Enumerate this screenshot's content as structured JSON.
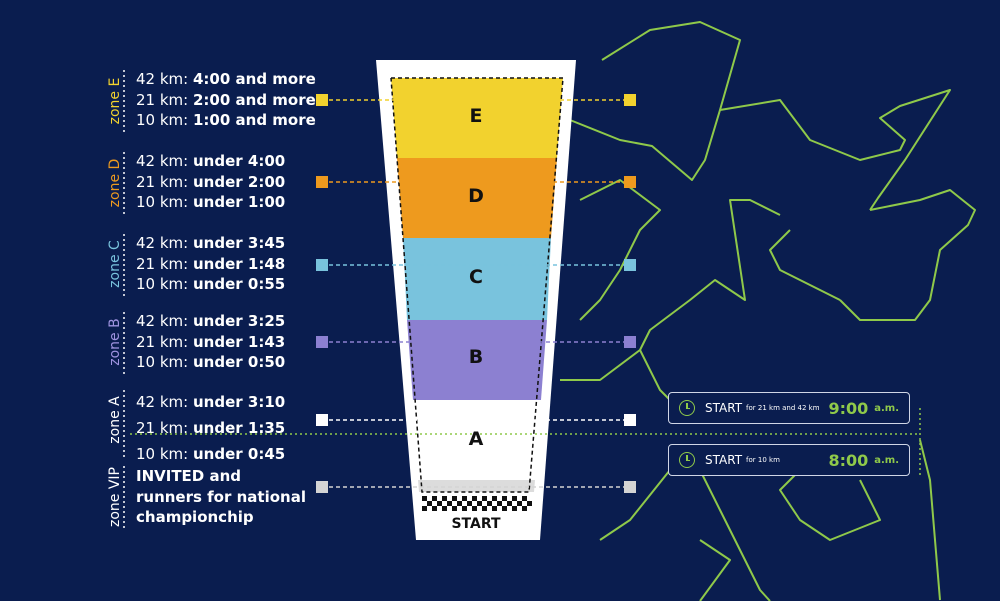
{
  "zones": [
    {
      "id": "E",
      "label": "zone E",
      "color": "#f2d22e",
      "label_color": "#f2d22e",
      "lines": [
        {
          "km": "42 km:",
          "time": "4:00 and more"
        },
        {
          "km": "21 km:",
          "time": "2:00 and more"
        },
        {
          "km": "10 km:",
          "time": "1:00 and more"
        }
      ]
    },
    {
      "id": "D",
      "label": "zone D",
      "color": "#ee9a1e",
      "label_color": "#ee9a1e",
      "lines": [
        {
          "km": "42 km:",
          "time": "under 4:00"
        },
        {
          "km": "21 km:",
          "time": "under 2:00"
        },
        {
          "km": "10 km:",
          "time": "under 1:00"
        }
      ]
    },
    {
      "id": "C",
      "label": "zone C",
      "color": "#79c3dd",
      "label_color": "#79c3dd",
      "lines": [
        {
          "km": "42 km:",
          "time": "under 3:45"
        },
        {
          "km": "21 km:",
          "time": "under 1:48"
        },
        {
          "km": "10 km:",
          "time": "under 0:55"
        }
      ]
    },
    {
      "id": "B",
      "label": "zone B",
      "color": "#8c80d1",
      "label_color": "#9f93e0",
      "lines": [
        {
          "km": "42 km:",
          "time": "under 3:25"
        },
        {
          "km": "21 km:",
          "time": "under 1:43"
        },
        {
          "km": "10 km:",
          "time": "under 0:50"
        }
      ]
    },
    {
      "id": "A",
      "label": "zone A",
      "color": "#ffffff",
      "label_color": "#ffffff",
      "lines": [
        {
          "km": "42 km:",
          "time": "under 3:10"
        },
        {
          "km": "21 km:",
          "time": "under 1:35"
        },
        {
          "km": "10 km:",
          "time": "under 0:45"
        }
      ]
    },
    {
      "id": "VIP",
      "label": "zone VIP",
      "color": "#d4d4d4",
      "label_color": "#ffffff",
      "lines": [
        {
          "text": "INVITED and"
        },
        {
          "text": "runners for national"
        },
        {
          "text": "championchip"
        }
      ]
    }
  ],
  "funnel": {
    "start_label": "START"
  },
  "start_times": [
    {
      "word": "START",
      "sub": "for 21 km and 42 km",
      "time": "9:00",
      "ampm": "a.m."
    },
    {
      "word": "START",
      "sub": "for 10 km",
      "time": "8:00",
      "ampm": "a.m."
    }
  ],
  "colors": {
    "background": "#0a1d4f",
    "accent_green": "#8fc94a",
    "funnel_white": "#ffffff"
  },
  "icons": {
    "clock": "clock-icon",
    "runner": "runner-silhouette"
  }
}
